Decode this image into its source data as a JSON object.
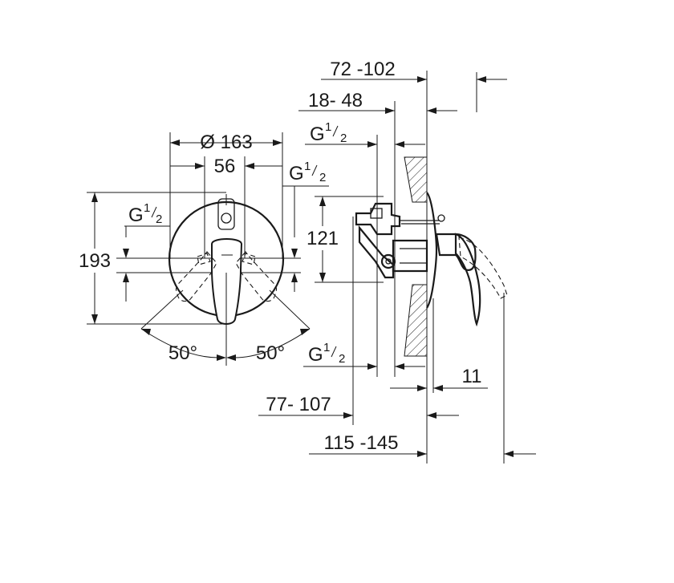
{
  "front_view": {
    "diameter_label": "Ø 163",
    "width_label": "56",
    "height_label": "193",
    "connection_top": {
      "letter": "G",
      "num": "1",
      "den": "2"
    },
    "connection_left": {
      "letter": "G",
      "num": "1",
      "den": "2"
    },
    "angle_left": "50°",
    "angle_right": "50°"
  },
  "side_view": {
    "depth_top_label": "72 -102",
    "depth_wall_label": "18- 48",
    "connection_top": {
      "letter": "G",
      "num": "1",
      "den": "2"
    },
    "height_label": "121",
    "connection_bottom": {
      "letter": "G",
      "num": "1",
      "den": "2"
    },
    "plate_label": "11",
    "depth_body_label": "77- 107",
    "depth_total_label": "115 -145"
  }
}
